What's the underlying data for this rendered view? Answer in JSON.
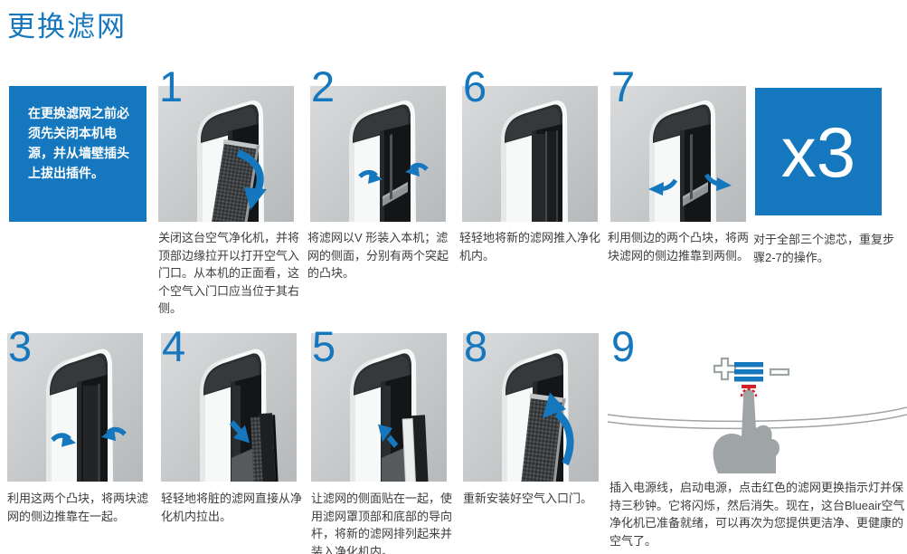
{
  "title": "更换滤网",
  "colors": {
    "brand_blue": "#1577bd",
    "caption_text": "#3d3d3d",
    "photo_bg_light": "#d9dbdc",
    "photo_bg_dark": "#b6b9bb",
    "red_indicator": "#d42027",
    "hand_gray": "#9fa4a6"
  },
  "icons": {
    "plus_icon": "+",
    "minus_icon": "−",
    "fan_speed_icon": "≡",
    "filter_change_indicator_icon": "▬",
    "curved_arrow_icon": "➜"
  },
  "notice": {
    "text": "在更换滤网之前必须先关闭本机电源，并从墙壁插头上拔出插件。"
  },
  "repeat_badge": {
    "label": "x3",
    "caption": "对于全部三个滤芯，重复步骤2-7的操作。"
  },
  "steps": [
    {
      "number": "1",
      "illustration": "air-purifier-door-opening",
      "caption": "关闭这台空气净化机，并将顶部边缘拉开以打开空气入门口。从本机的正面看，这个空气入门口应当位于其右侧。"
    },
    {
      "number": "2",
      "illustration": "v-filter-inserted-arrows-in",
      "caption": "将滤网以V 形装入本机；滤网的侧面，分别有两个突起的凸块。"
    },
    {
      "number": "6",
      "illustration": "new-filters-pushed-inside",
      "caption": "轻轻地将新的滤网推入净化机内。"
    },
    {
      "number": "7",
      "illustration": "v-filter-arrows-outward",
      "caption": "利用侧边的两个凸块，将两块滤网的侧边推靠到两侧。"
    },
    {
      "number": "3",
      "illustration": "filters-pushed-together",
      "caption": "利用这两个凸块，将两块滤网的侧边推靠在一起。"
    },
    {
      "number": "4",
      "illustration": "dirty-filter-pulled-out",
      "caption": "轻轻地将脏的滤网直接从净化机内拉出。"
    },
    {
      "number": "5",
      "illustration": "new-filter-inserted",
      "caption": "让滤网的侧面贴在一起，使用滤网罩顶部和底部的导向杆，将新的滤网排列起来并装入净化机内。"
    },
    {
      "number": "8",
      "illustration": "air-inlet-door-closing",
      "caption": "重新安装好空气入口门。"
    },
    {
      "number": "9",
      "illustration": "hand-pressing-filter-indicator",
      "caption": "插入电源线，启动电源，点击红色的滤网更换指示灯并保持三秒钟。它将闪烁，然后消失。现在，这台Blueair空气净化机已准备就绪，可以再次为您提供更洁净、更健康的空气了。"
    }
  ]
}
